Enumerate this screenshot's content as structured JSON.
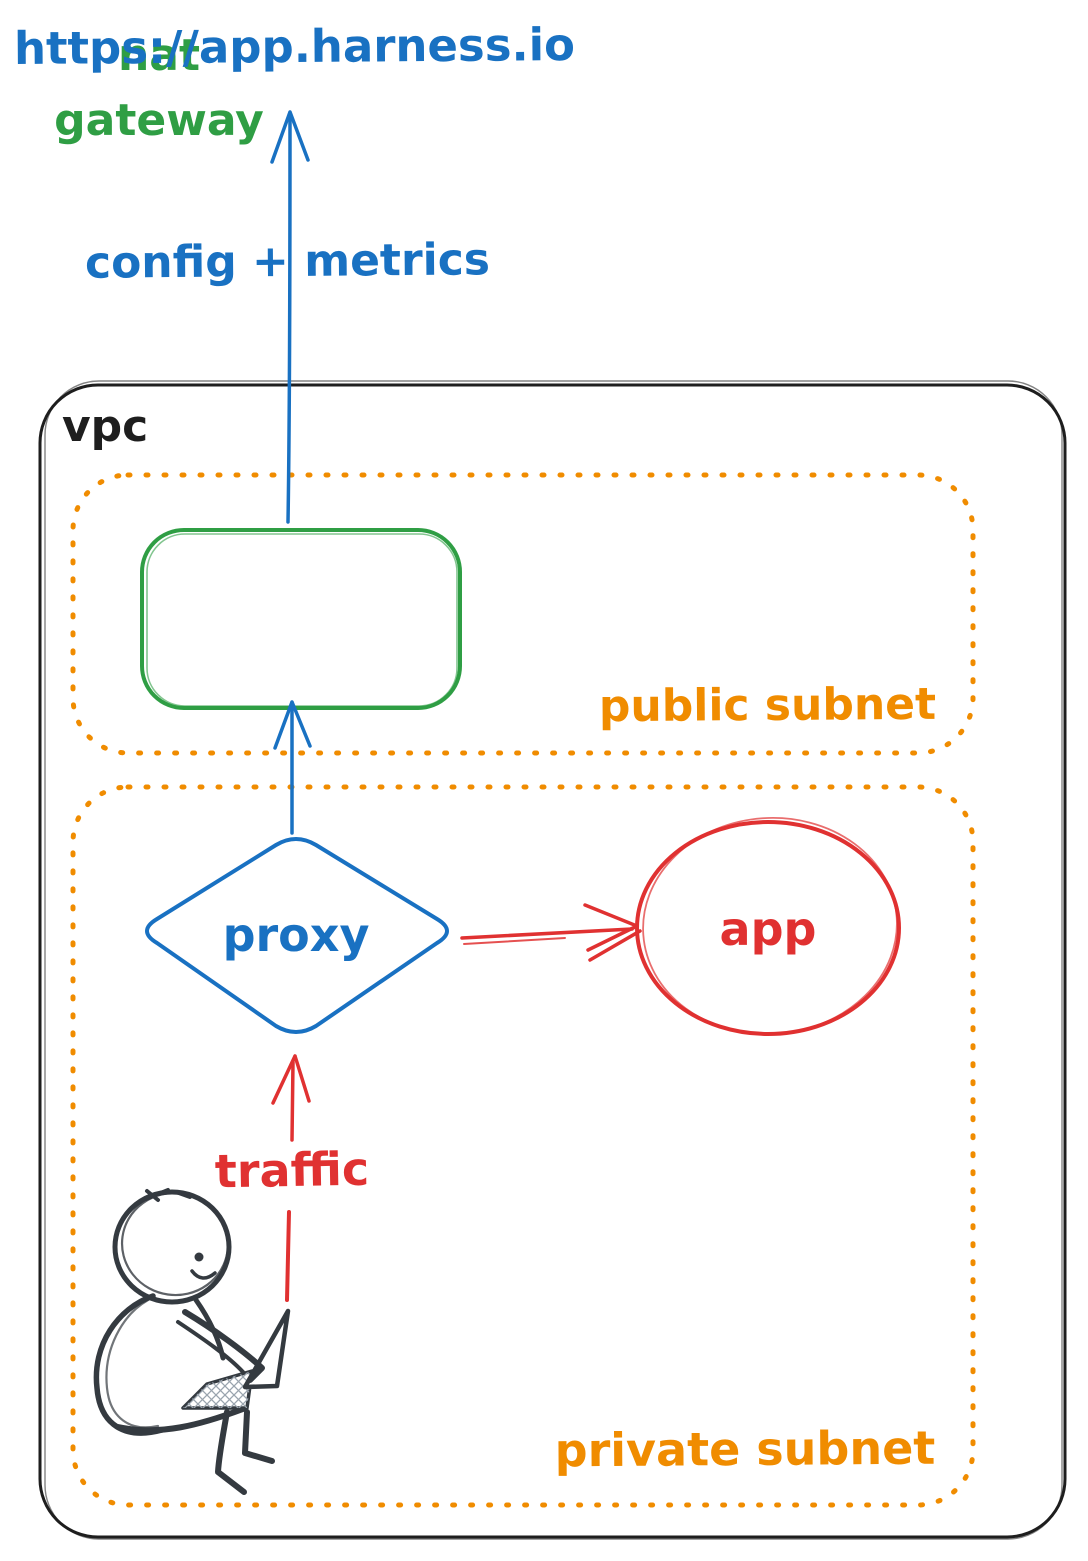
{
  "labels": {
    "url": "https://app.harness.io",
    "config_metrics": "config + metrics",
    "vpc": "vpc",
    "nat_gateway_line1": "nat",
    "nat_gateway_line2": "gateway",
    "public_subnet": "public subnet",
    "proxy": "proxy",
    "app": "app",
    "traffic": "traffic",
    "private_subnet": "private subnet"
  },
  "nodes": [
    {
      "id": "external-endpoint",
      "label": "https://app.harness.io",
      "shape": "text",
      "color": "#1971c2"
    },
    {
      "id": "nat-gateway",
      "label": "nat gateway",
      "shape": "rounded-rectangle",
      "color": "#2f9e44",
      "container": "public subnet"
    },
    {
      "id": "proxy",
      "label": "proxy",
      "shape": "diamond",
      "color": "#1971c2",
      "container": "private subnet"
    },
    {
      "id": "app",
      "label": "app",
      "shape": "ellipse",
      "color": "#e03131",
      "container": "private subnet"
    },
    {
      "id": "user",
      "label": "",
      "shape": "person-with-laptop-sketch",
      "color": "#343a40",
      "container": "private subnet"
    }
  ],
  "containers": [
    {
      "id": "vpc",
      "label": "vpc",
      "style": "solid",
      "color": "#1e1e1e"
    },
    {
      "id": "public-subnet",
      "label": "public subnet",
      "style": "dotted",
      "color": "#f08c00",
      "parent": "vpc"
    },
    {
      "id": "private-subnet",
      "label": "private subnet",
      "style": "dotted",
      "color": "#f08c00",
      "parent": "vpc"
    }
  ],
  "edges": [
    {
      "from": "nat-gateway",
      "to": "external-endpoint",
      "label": "config + metrics",
      "color": "#1971c2",
      "direction": "up"
    },
    {
      "from": "proxy",
      "to": "nat-gateway",
      "label": "",
      "color": "#1971c2",
      "direction": "up"
    },
    {
      "from": "proxy",
      "to": "app",
      "label": "",
      "color": "#e03131",
      "direction": "right"
    },
    {
      "from": "user",
      "to": "proxy",
      "label": "traffic",
      "color": "#e03131",
      "direction": "up"
    }
  ],
  "icons": {
    "person": "person-with-laptop-icon"
  },
  "colors": {
    "blue": "#1971c2",
    "green": "#2f9e44",
    "orange": "#f08c00",
    "red": "#e03131",
    "ink": "#1e1e1e",
    "person_ink": "#343a40",
    "keyboard_hatch": "#9aa4ae",
    "background": "#ffffff"
  }
}
